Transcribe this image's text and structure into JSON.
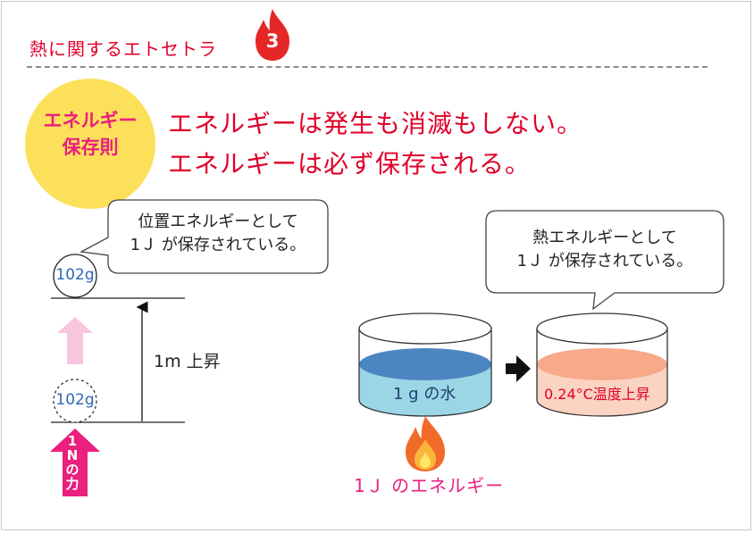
{
  "header": {
    "title": "熱に関するエトセトラ",
    "chapter": "3"
  },
  "law": {
    "name": "エネルギー\n保存則",
    "statement_line1": "エネルギーは発生も消滅もしない。",
    "statement_line2": "エネルギーは必ず保存される。"
  },
  "left_diagram": {
    "bubble_text": "位置エネルギーとして\n1Ｊ が保存されている。",
    "ball_top_label": "102g",
    "ball_bottom_label": "102g",
    "rise_label": "1m 上昇",
    "force_label": "1\nN\nの\n力"
  },
  "right_diagram": {
    "bubble_text": "熱エネルギーとして\n1Ｊ が保存されている。",
    "water_label": "1 g の水",
    "temp_label": "0.24°C温度上昇",
    "energy_label": "1Ｊ のエネルギー"
  },
  "colors": {
    "accent_red": "#e0002a",
    "magenta": "#ea1f7e",
    "badge_yellow": "#fde05a",
    "water_blue": "#9bd6e6",
    "warm_water": "#fbd3c2"
  }
}
